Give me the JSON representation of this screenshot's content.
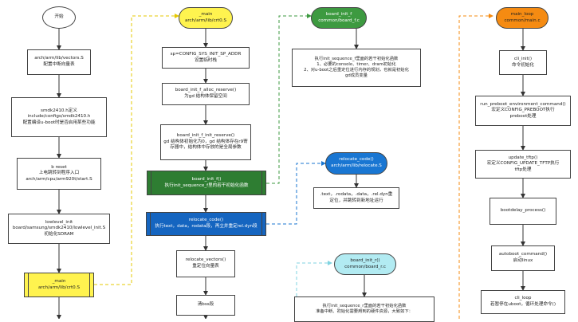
{
  "colors": {
    "yellow": "#fff34f",
    "green_dark": "#2e7d32",
    "green": "#3d9a40",
    "blue": "#1976d2",
    "blue_dark": "#1565c0",
    "cyan": "#b2ebf2",
    "orange": "#f58b12"
  },
  "col1": {
    "start": "开始",
    "vectors": "arch/arm/lib/vectors.S\n配置中断向量表",
    "smdk_config": "smdk2410.h定义\ninclude/configs/smdk2410.h\n配置编译u-boot时是否启用某些功能",
    "b_reset": "b reset\n上电跳转到程序入口\narch/arm/cpu/arm920t/start.S",
    "lowlevel": "lowlevel_init\nboard/samsung/smdk2410/lowlevel_init.S\n初始化SDRAM",
    "main": "_main\narch/arm/lib/crt0.S"
  },
  "col2": {
    "main_top": "_main\narch/arm/lib/crt0.S",
    "sp_init": "sp=CONFIG_SYS_INIT_SP_ADDR\n设置临时栈",
    "alloc_reserve": "board_init_f_alloc_reserve()\n为gd 结构体保留空间",
    "init_reserve": "board_init_f_init_reserve()\ngd 结构体初始化为0，gd 结构体存在r9寄\n存器中，结构体中存放的是全局参数",
    "board_init_f": "board_init_f()\n执行init_sequence_f里的若干初始化函数",
    "relocate_code_call": "relocate_code()\n执行text，data，rodata段，再立并重定rel.dyn段",
    "relocate_vectors": "relocate_vectors()\n重定位向量表",
    "clear_bss": "清bss段"
  },
  "col3": {
    "board_f": "board_init_f\ncommon/board_f.c",
    "board_f_desc": "执行init_sequence_f里面的若干初始化函数\n1、必要的console、timer、dram初始化\n2、对u-boot之后重定位进行内存的规划，也就是初始化\ngd成员变量",
    "relocate_code": "relocate_code()\narch/arm/lib/relocate.S",
    "relocate_desc": ".text，.rodata，.data，.rel.dyn重\n定位，并跳转到新地址运行",
    "board_r": "board_init_r()\ncommon/board_r.c",
    "board_r_desc": "执行init_sequence_r里面的若干初始化函数\n准备中断、初始化需要用到的硬件资源，大致如下："
  },
  "col4": {
    "main_loop": "main_loop\ncommon/main.c",
    "cli_init": "cli_init()\n命令初始化",
    "preboot": "run_preboot_environment_command()\n宏定义CONFIG_PREBOOT执行\npreboot处理",
    "update_tftp": "update_tftp()\n宏定义CONFIG_UPDATE_TFTP执行\ntftp处理",
    "bootdelay": "bootdelay_process()",
    "autoboot": "autoboot_command()\n启动linux",
    "cli_loop": "cli_loop\n若暂停在uboot，循环处理命令()"
  }
}
